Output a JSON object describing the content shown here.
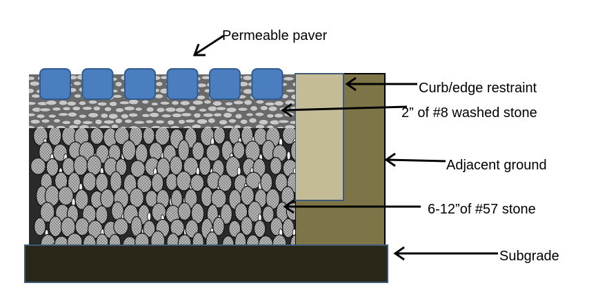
{
  "labels": {
    "permeable_paver": "Permeable paver",
    "curb_edge_restraint": "Curb/edge restraint",
    "washed_stone_layer": "2” of #8 washed stone",
    "adjacent_ground": "Adjacent ground",
    "stone_57_layer": "6-12”of #57 stone",
    "subgrade": "Subgrade"
  },
  "colors": {
    "paver": "#4a7ebf",
    "paver_border": "#2f5a8f",
    "washed_stone_bg": "#6a6a6a",
    "washed_stone_pebble": "#c9c9c9",
    "large_stone_bg": "#2a2a2a",
    "large_stone": "#a0a0a0",
    "curb": "#c4bc96",
    "adjacent_ground": "#7d7548",
    "subgrade": "#2a2718",
    "subgrade_border": "#3d5a7a",
    "arrow": "#000000"
  },
  "paver_count": 6
}
